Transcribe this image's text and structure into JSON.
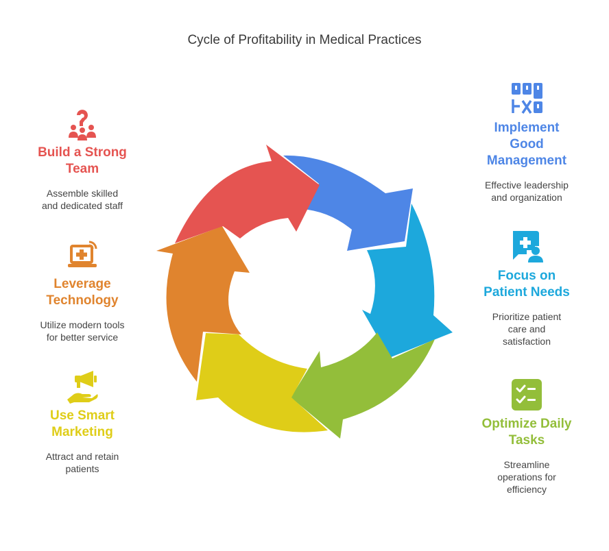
{
  "title": "Cycle of Profitability in Medical Practices",
  "colors": {
    "red": "#E55451",
    "blue": "#4E86E6",
    "cyan": "#1DA8DC",
    "green": "#93BE3A",
    "yellow": "#DFCD18",
    "orange": "#E0842E"
  },
  "items": {
    "team": {
      "icon": "team-question-icon",
      "heading_line1": "Build a Strong",
      "heading_line2": "Team",
      "desc_line1": "Assemble skilled",
      "desc_line2": "and dedicated staff"
    },
    "technology": {
      "icon": "laptop-medical-icon",
      "heading_line1": "Leverage",
      "heading_line2": "Technology",
      "desc_line1": "Utilize modern tools",
      "desc_line2": "for better service"
    },
    "marketing": {
      "icon": "megaphone-hand-icon",
      "heading_line1": "Use Smart",
      "heading_line2": "Marketing",
      "desc_line1": "Attract and retain",
      "desc_line2": "patients"
    },
    "management": {
      "icon": "management-board-icon",
      "heading_line1": "Implement",
      "heading_line2": "Good",
      "heading_line3": "Management",
      "desc_line1": "Effective leadership",
      "desc_line2": "and organization"
    },
    "patient": {
      "icon": "patient-care-icon",
      "heading_line1": "Focus on",
      "heading_line2": "Patient Needs",
      "desc_line1": "Prioritize patient",
      "desc_line2": "care and",
      "desc_line3": "satisfaction"
    },
    "tasks": {
      "icon": "checklist-icon",
      "heading_line1": "Optimize Daily",
      "heading_line2": "Tasks",
      "desc_line1": "Streamline",
      "desc_line2": "operations for",
      "desc_line3": "efficiency"
    }
  }
}
